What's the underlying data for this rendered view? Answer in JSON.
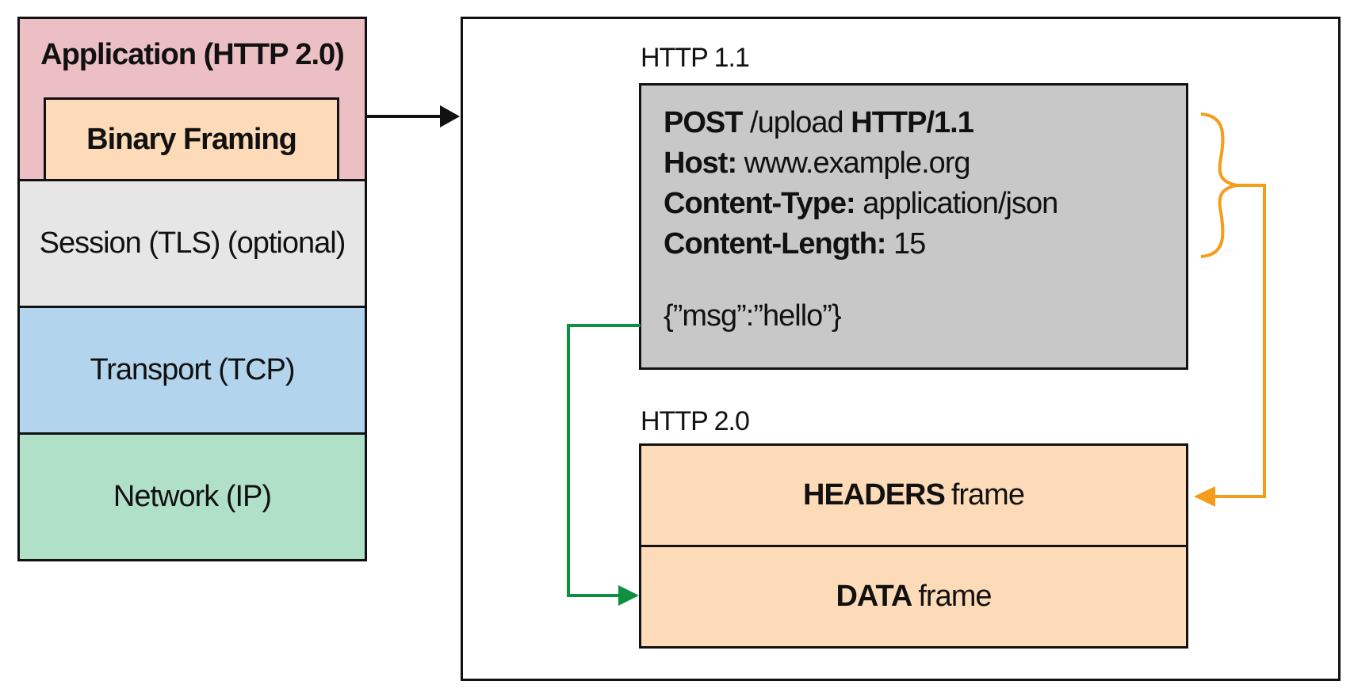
{
  "stack": {
    "application": "Application (HTTP 2.0)",
    "binary_framing": "Binary Framing",
    "session": "Session (TLS) (optional)",
    "transport": "Transport (TCP)",
    "network": "Network (IP)"
  },
  "http11": {
    "caption": "HTTP 1.1",
    "request_line": {
      "method": "POST",
      "path": " /upload ",
      "version": "HTTP/1.1"
    },
    "headers": [
      {
        "name": "Host:",
        "value": " www.example.org"
      },
      {
        "name": "Content-Type:",
        "value": " application/json"
      },
      {
        "name": "Content-Length:",
        "value": " 15"
      }
    ],
    "body": "{”msg”:”hello”}"
  },
  "http2": {
    "caption": "HTTP 2.0",
    "headers_frame": {
      "name": "HEADERS",
      "suffix": "frame"
    },
    "data_frame": {
      "name": "DATA",
      "suffix": "frame"
    }
  },
  "colors": {
    "application": "#ebbfc3",
    "binary_framing": "#fedbb8",
    "session": "#e6e6e6",
    "transport": "#b2d4ec",
    "network": "#b1e0c9",
    "http11_box": "#c8c8c8",
    "http2_frames": "#fedbb8",
    "headers_connector": "#f59c1a",
    "data_connector": "#0f8f40"
  }
}
